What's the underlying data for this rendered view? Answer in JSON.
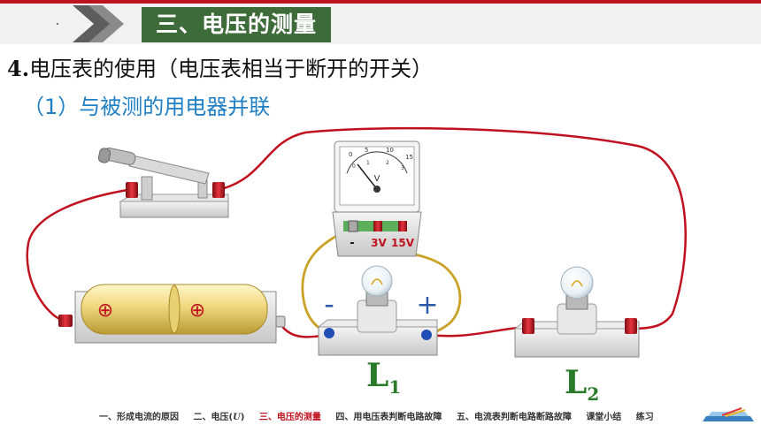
{
  "header": {
    "section_title": "三、电压的测量"
  },
  "content": {
    "heading_num": "4.",
    "heading_text": "电压表的使用（电压表相当于断开的开关）",
    "subheading": "（1）与被测的用电器并联"
  },
  "diagram": {
    "meter_unit": "V",
    "meter_scale_top": [
      "0",
      "5",
      "10",
      "15"
    ],
    "meter_scale_bottom": [
      "0",
      "1",
      "2",
      "3"
    ],
    "terminal_minus": "-",
    "terminal_3v": "3V",
    "terminal_15v": "15V",
    "polarity_minus": "-",
    "polarity_plus": "+",
    "lamp1_label": "L",
    "lamp1_sub": "1",
    "lamp2_label": "L",
    "lamp2_sub": "2",
    "battery_symbol": "⊕"
  },
  "nav": {
    "items": [
      "一、形成电流的原因",
      "二、电压(",
      "U",
      ")",
      "三、电压的测量",
      "四、用电压表判断电路故障",
      "五、电流表判断电路断路故障",
      "课堂小结",
      "练习"
    ]
  },
  "colors": {
    "accent_red": "#c0111f",
    "title_green": "#3d6b3a",
    "subheading_blue": "#1f7fc4",
    "wire_red": "#c0111f",
    "wire_gold": "#c9a227",
    "label_green": "#2a7a2a"
  }
}
